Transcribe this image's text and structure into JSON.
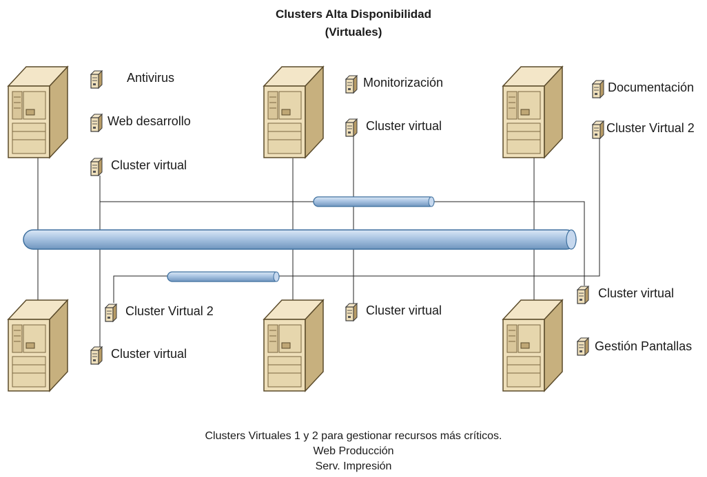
{
  "title": {
    "line1": "Clusters Alta Disponibilidad",
    "line2": "(Virtuales)"
  },
  "labels": {
    "antivirus": "Antivirus",
    "web_desarrollo": "Web desarrollo",
    "cluster_virtual_top_left": "Cluster virtual",
    "monitorizacion": "Monitorización",
    "cluster_virtual_top_mid": "Cluster virtual",
    "documentacion": "Documentación",
    "cluster_virtual_2_top_right": "Cluster Virtual 2",
    "cluster_virtual_2_bottom_left": "Cluster Virtual 2",
    "cluster_virtual_bottom_left": "Cluster virtual",
    "cluster_virtual_bottom_mid": "Cluster virtual",
    "cluster_virtual_bottom_right": "Cluster virtual",
    "gestion_pantallas": "Gestión Pantallas"
  },
  "footer": {
    "line1": "Clusters Virtuales 1 y 2 para gestionar recursos más críticos.",
    "line2": "Web Producción",
    "line3": "Serv. Impresión"
  },
  "colors": {
    "server_light": "#f3e6c8",
    "server_mid": "#e0cfa4",
    "server_dark": "#bfa775",
    "pipe_fill": "#a9c4e2",
    "pipe_stroke": "#3d6f9e",
    "line": "#222222"
  }
}
